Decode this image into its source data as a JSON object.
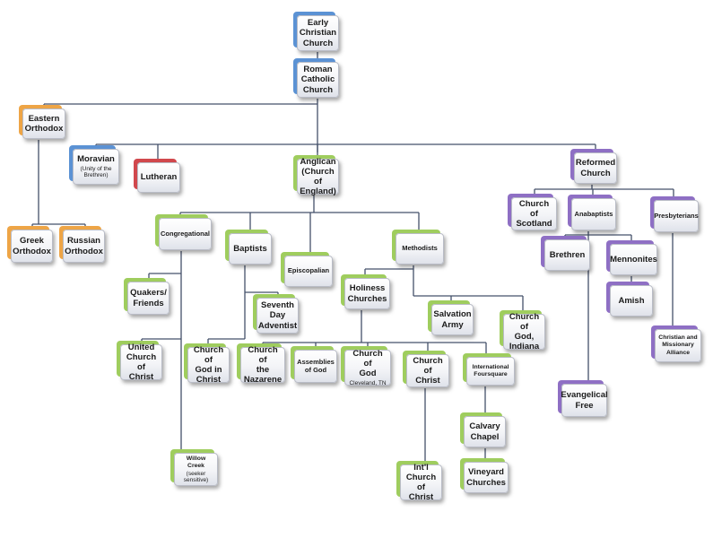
{
  "colors": {
    "blue": "#5b92d4",
    "orange": "#eea546",
    "red": "#d1484d",
    "green": "#9fcd5e",
    "purple": "#8e6fc4",
    "line": "#44506a"
  },
  "nodes": {
    "early_christian": {
      "label": "Early\nChristian\nChurch"
    },
    "roman_catholic": {
      "label": "Roman\nCatholic\nChurch"
    },
    "eastern_orthodox": {
      "label": "Eastern\nOrthodox"
    },
    "moravian": {
      "label": "Moravian",
      "sub": "(Unity of the\nBrethren)"
    },
    "lutheran": {
      "label": "Lutheran"
    },
    "anglican": {
      "label": "Anglican\n(Church of\nEngland)"
    },
    "reformed": {
      "label": "Reformed\nChurch"
    },
    "greek_orthodox": {
      "label": "Greek\nOrthodox"
    },
    "russian_orthodox": {
      "label": "Russian\nOrthodox"
    },
    "congregational": {
      "label": "Congregational"
    },
    "baptists": {
      "label": "Baptists"
    },
    "episcopalian": {
      "label": "Episcopalian"
    },
    "methodists": {
      "label": "Methodists"
    },
    "church_of_scotland": {
      "label": "Church of\nScotland"
    },
    "anabaptists": {
      "label": "Anabaptists"
    },
    "presbyterians": {
      "label": "Presbyterians"
    },
    "brethren": {
      "label": "Brethren"
    },
    "mennonites": {
      "label": "Mennonites"
    },
    "amish": {
      "label": "Amish"
    },
    "quakers": {
      "label": "Quakers/\nFriends"
    },
    "seventh_day": {
      "label": "Seventh\nDay\nAdventist"
    },
    "holiness": {
      "label": "Holiness\nChurches"
    },
    "salvation_army": {
      "label": "Salvation\nArmy"
    },
    "church_of_god_indiana": {
      "label": "Church of\nGod,\nIndiana"
    },
    "united_church": {
      "label": "United\nChurch of\nChrist"
    },
    "church_god_in_christ": {
      "label": "Church of\nGod in\nChrist"
    },
    "nazarene": {
      "label": "Church of\nthe\nNazarene"
    },
    "assemblies": {
      "label": "Assemblies\nof God"
    },
    "church_of_god_cleveland": {
      "label": "Church of\nGod",
      "sub": "Cleveland, TN"
    },
    "church_of_christ": {
      "label": "Church of\nChrist"
    },
    "foursquare": {
      "label": "International\nFoursquare"
    },
    "evangelical_free": {
      "label": "Evangelical\nFree"
    },
    "christian_missionary": {
      "label": "Christian and\nMissionary\nAlliance"
    },
    "calvary": {
      "label": "Calvary\nChapel"
    },
    "vineyard": {
      "label": "Vineyard\nChurches"
    },
    "willow_creek": {
      "label": "Willow Creek",
      "sub": "(seeker\nsensitive)"
    },
    "intl_church_of_christ": {
      "label": "Int'l\nChurch of\nChrist"
    }
  }
}
